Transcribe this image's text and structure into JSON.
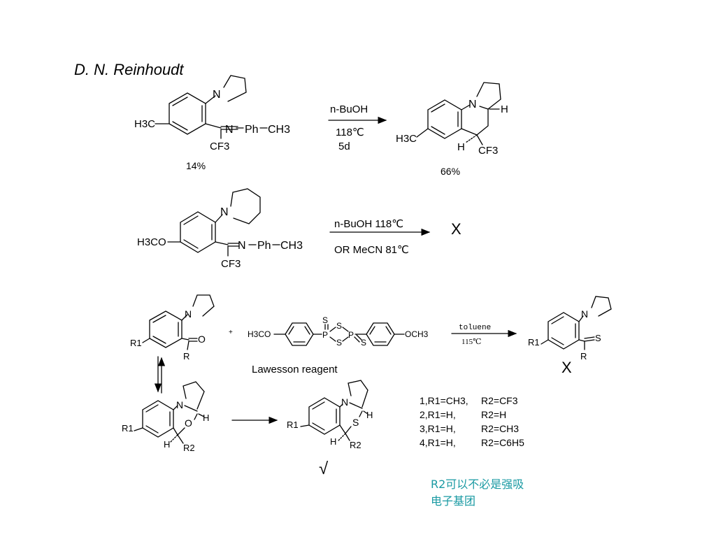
{
  "slide": {
    "author": "D. N. Reinhoudt"
  },
  "reaction1": {
    "reactant": {
      "substituent": "H3C",
      "imine_n": "N",
      "ph": "Ph",
      "ch3": "CH3",
      "cf3": "CF3",
      "ring_n": "N"
    },
    "yield_reactant": "14%",
    "conditions": [
      "n-BuOH",
      "118℃",
      "5d"
    ],
    "product": {
      "substituent": "H3C",
      "ring_n": "N",
      "h_top": "H",
      "h_bottom": "H",
      "cf3": "CF3"
    },
    "yield_product": "66%"
  },
  "reaction2": {
    "reactant": {
      "substituent": "H3CO",
      "imine_n": "N",
      "ph": "Ph",
      "ch3": "CH3",
      "cf3": "CF3",
      "ring_n": "N"
    },
    "conditions": [
      "n-BuOH  118℃",
      "OR   MeCN  81℃"
    ],
    "result": "X"
  },
  "reaction3": {
    "ketone": {
      "r1": "R1",
      "o": "O",
      "r": "R",
      "ring_n": "N"
    },
    "plus": "+",
    "lawesson": {
      "left_group": "H3CO",
      "right_group": "OCH3",
      "s_top": "S",
      "s_ring_top": "S",
      "s_ring_bottom": "S",
      "p_left": "P",
      "p_right": "P",
      "s_right": "S",
      "name": "Lawesson  reagent"
    },
    "conditions": [
      "toluene",
      "115℃"
    ],
    "thioketone": {
      "r1": "R1",
      "s": "S",
      "r": "R",
      "ring_n": "N"
    },
    "result": "X"
  },
  "reaction4": {
    "oxazine": {
      "r1": "R1",
      "n": "N",
      "o": "O",
      "h_right": "H",
      "h_left": "H",
      "r2": "R2"
    },
    "thiazine": {
      "r1": "R1",
      "n": "N",
      "s": "S",
      "h_right": "H",
      "h_left": "H",
      "r2": "R2"
    },
    "result": "√",
    "substituents": [
      {
        "label": "1,R1=CH3,",
        "r2": "R2=CF3"
      },
      {
        "label": "2,R1=H,",
        "r2": "R2=H"
      },
      {
        "label": "3,R1=H,",
        "r2": "R2=CH3"
      },
      {
        "label": "4,R1=H,",
        "r2": "R2=C6H5"
      }
    ],
    "note": [
      "R2可以不必是强吸",
      "电子基团"
    ]
  },
  "colors": {
    "note": "#1a9aa3",
    "ink": "#000000",
    "background": "#ffffff"
  }
}
